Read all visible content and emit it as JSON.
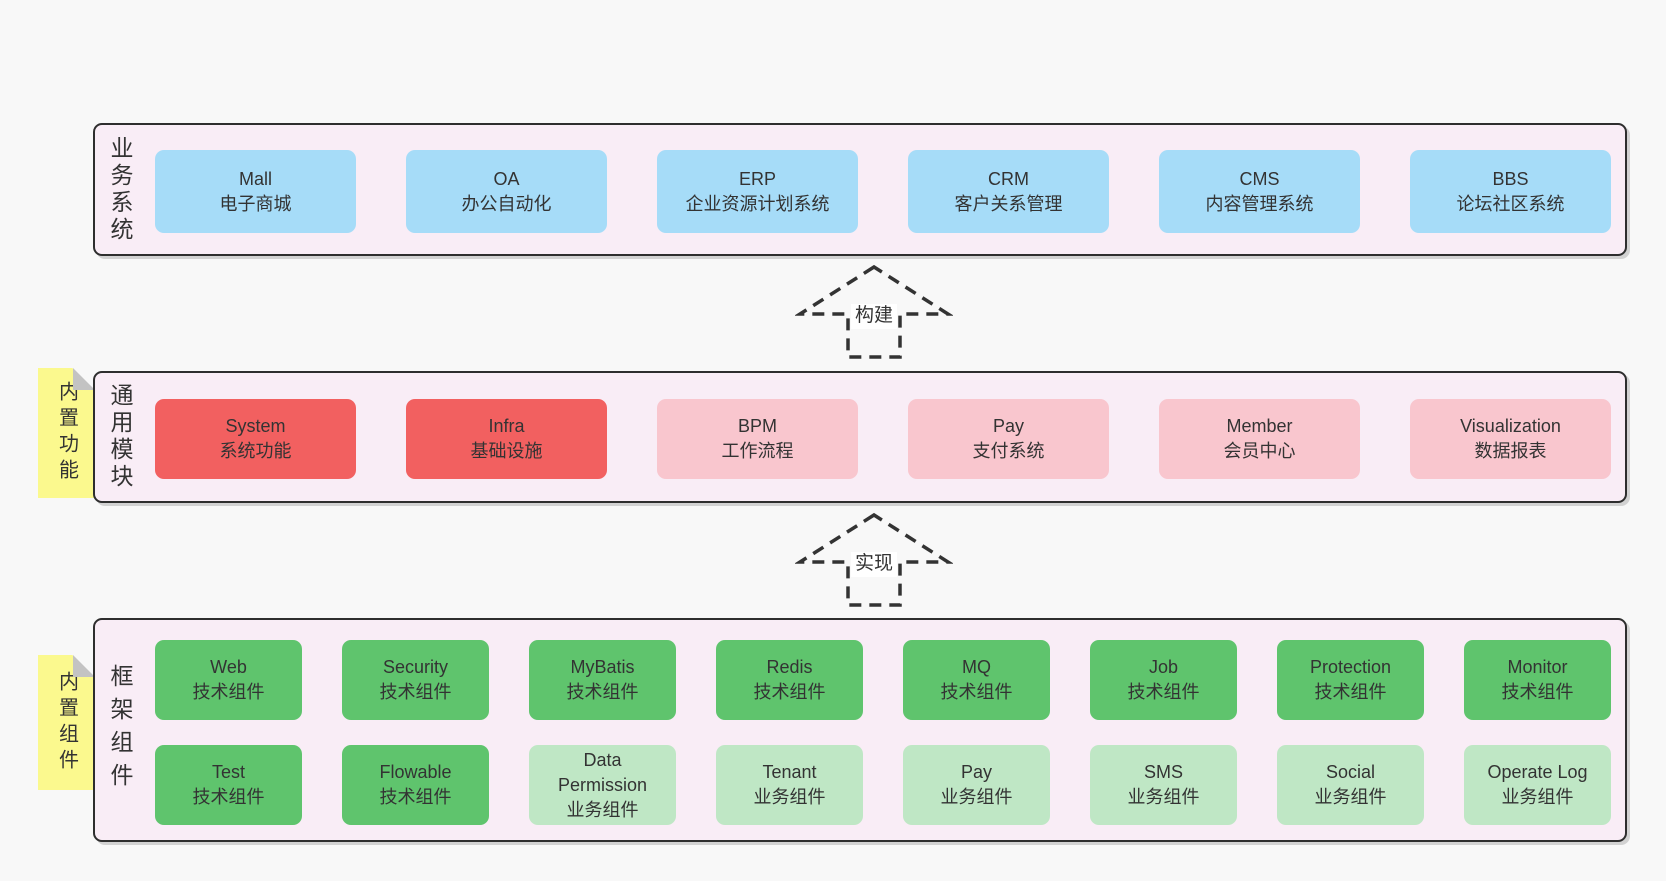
{
  "colors": {
    "pageBg": "#f8f8f8",
    "panelBg": "#f9edf6",
    "panelBorder": "#2e2e2e",
    "text": "#333333",
    "blue": "#a6dcf8",
    "red": "#f26060",
    "pink": "#f9c6ce",
    "green": "#5fc46d",
    "lightGreen": "#bfe7c5",
    "sticky": "#fbf98e",
    "arrow": "#333333"
  },
  "sections": {
    "business": {
      "side_label": "业务系统",
      "boxes": [
        {
          "title": "Mall",
          "subtitle": "电子商城"
        },
        {
          "title": "OA",
          "subtitle": "办公自动化"
        },
        {
          "title": "ERP",
          "subtitle": "企业资源计划系统"
        },
        {
          "title": "CRM",
          "subtitle": "客户关系管理"
        },
        {
          "title": "CMS",
          "subtitle": "内容管理系统"
        },
        {
          "title": "BBS",
          "subtitle": "论坛社区系统"
        }
      ]
    },
    "modules": {
      "side_label": "通用模块",
      "sticky_note": "内置功能",
      "boxes": [
        {
          "title": "System",
          "subtitle": "系统功能",
          "variant": "red"
        },
        {
          "title": "Infra",
          "subtitle": "基础设施",
          "variant": "red"
        },
        {
          "title": "BPM",
          "subtitle": "工作流程",
          "variant": "pink"
        },
        {
          "title": "Pay",
          "subtitle": "支付系统",
          "variant": "pink"
        },
        {
          "title": "Member",
          "subtitle": "会员中心",
          "variant": "pink"
        },
        {
          "title": "Visualization",
          "subtitle": "数据报表",
          "variant": "pink"
        }
      ]
    },
    "components": {
      "side_label": "框架组件",
      "sticky_note": "内置组件",
      "rows": [
        [
          {
            "title": "Web",
            "subtitle": "技术组件",
            "variant": "green"
          },
          {
            "title": "Security",
            "subtitle": "技术组件",
            "variant": "green"
          },
          {
            "title": "MyBatis",
            "subtitle": "技术组件",
            "variant": "green"
          },
          {
            "title": "Redis",
            "subtitle": "技术组件",
            "variant": "green"
          },
          {
            "title": "MQ",
            "subtitle": "技术组件",
            "variant": "green"
          },
          {
            "title": "Job",
            "subtitle": "技术组件",
            "variant": "green"
          },
          {
            "title": "Protection",
            "subtitle": "技术组件",
            "variant": "green"
          },
          {
            "title": "Monitor",
            "subtitle": "技术组件",
            "variant": "green"
          }
        ],
        [
          {
            "title": "Test",
            "subtitle": "技术组件",
            "variant": "green"
          },
          {
            "title": "Flowable",
            "subtitle": "技术组件",
            "variant": "green"
          },
          {
            "title": "Data Permission",
            "subtitle": "业务组件",
            "variant": "lightgreen"
          },
          {
            "title": "Tenant",
            "subtitle": "业务组件",
            "variant": "lightgreen"
          },
          {
            "title": "Pay",
            "subtitle": "业务组件",
            "variant": "lightgreen"
          },
          {
            "title": "SMS",
            "subtitle": "业务组件",
            "variant": "lightgreen"
          },
          {
            "title": "Social",
            "subtitle": "业务组件",
            "variant": "lightgreen"
          },
          {
            "title": "Operate Log",
            "subtitle": "业务组件",
            "variant": "lightgreen"
          }
        ]
      ]
    }
  },
  "arrows": [
    {
      "label": "构建"
    },
    {
      "label": "实现"
    }
  ]
}
